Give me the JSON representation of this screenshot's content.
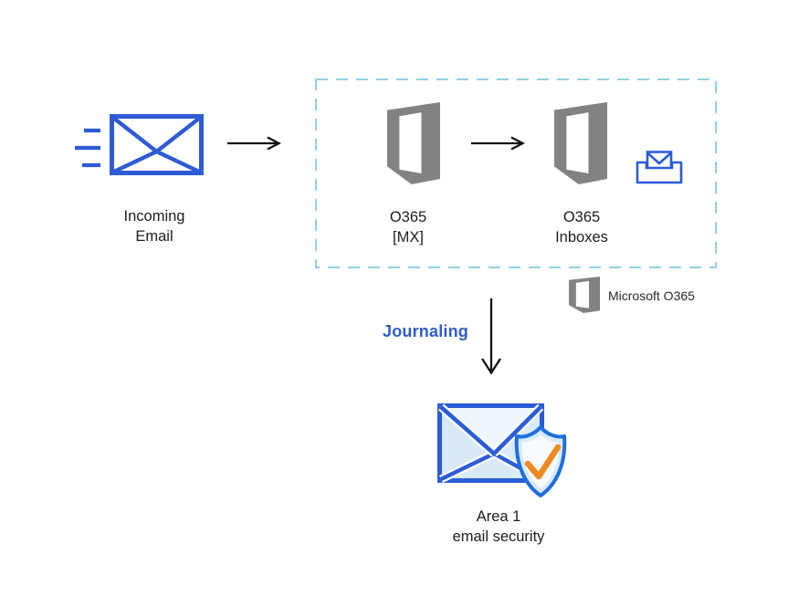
{
  "diagram": {
    "nodes": {
      "incoming_email": {
        "line1": "Incoming",
        "line2": "Email"
      },
      "o365_mx": {
        "line1": "O365",
        "line2": "[MX]"
      },
      "o365_inboxes": {
        "line1": "O365",
        "line2": "Inboxes"
      },
      "area1": {
        "line1": "Area 1",
        "line2": "email security"
      }
    },
    "edge_labels": {
      "journaling": "Journaling"
    },
    "legend": {
      "microsoft_o365": "Microsoft O365"
    },
    "icons": {
      "speed_lines": "motion-lines",
      "incoming_envelope": "blue outlined envelope",
      "office365_logo": "gray Office 365 logo",
      "inbox_tray": "envelope in tray",
      "area1_envelope": "light blue filled envelope",
      "shield_check": "shield with orange checkmark"
    },
    "colors": {
      "envelope_blue": "#2e5bd5",
      "dashed_border": "#8fd2df",
      "o365_gray": "#828282",
      "journaling_blue": "#2f5bcb",
      "area1_envelope_stroke": "#2a5cd7",
      "area1_envelope_fill": "#d9e9f7",
      "shield_stroke": "#1e6fde",
      "shield_fill": "#d9ebfa",
      "check_orange": "#f0891f",
      "arrow_black": "#111111",
      "label_text": "#1d1d1d"
    }
  }
}
